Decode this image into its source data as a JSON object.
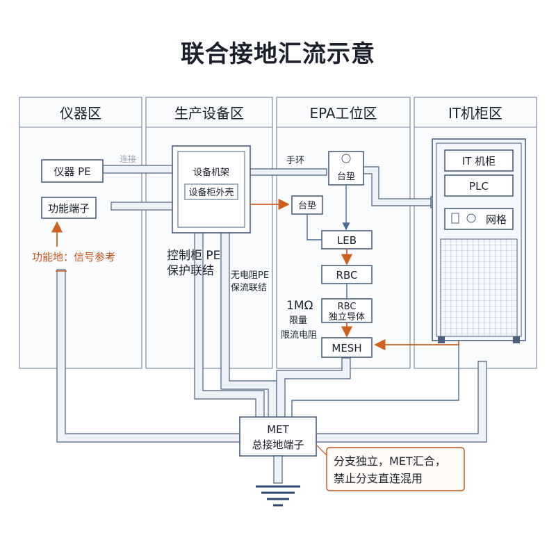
{
  "title": "联合接地汇流示意",
  "zones": [
    "仪器区",
    "生产设备区",
    "EPA工位区",
    "IT机柜区"
  ],
  "instrument": {
    "pe": "仪器 PE",
    "func_terminal": "功能端子",
    "faint_connect": "连接",
    "func_note": "功能地：信号参考"
  },
  "production": {
    "rack": "设备机架",
    "shell": "设备柜外壳",
    "pe_label_1": "控制柜 PE",
    "pe_label_2": "保护联结",
    "nr_label_1": "无电阻PE",
    "nr_label_2": "保流联结"
  },
  "epa": {
    "wrist": "手环",
    "mat1": "台垫",
    "mat2": "台垫",
    "leb": "LEB",
    "rbc": "RBC",
    "rbc2_1": "RBC",
    "rbc2_2": "独立导体",
    "res_1": "1MΩ",
    "res_2": "限量",
    "res_3": "限流电阻",
    "mesh": "MESH"
  },
  "it": {
    "cab": "IT 机柜",
    "plc": "PLC",
    "grid": "网格"
  },
  "met": {
    "line1": "MET",
    "line2": "总接地端子"
  },
  "note": {
    "line1": "分支独立，MET汇合，",
    "line2": "禁止分支直连混用"
  },
  "colors": {
    "line": "#4a6a94",
    "accent": "#d0601e",
    "panel": "#4a5f7e"
  }
}
